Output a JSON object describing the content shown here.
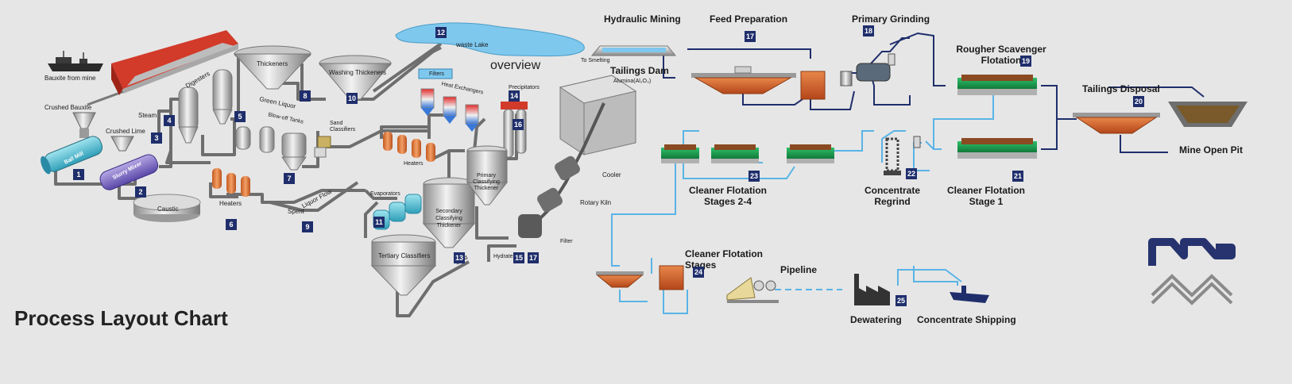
{
  "title": "Process Layout Chart",
  "overview": "overview",
  "bayer_labels": {
    "bauxite_from_mine": "Bauxite from mine",
    "crushed_bauxite": "Crushed Bauxite",
    "crushed_lime": "Crushed Lime",
    "steam": "Steam",
    "ball_mill": "Ball Mill",
    "slurry_mixer": "Slurry Mixer",
    "caustic": "Caustic",
    "heaters": "Heaters",
    "digesters": "Digesters",
    "thickeners": "Thickeners",
    "washing_thickeners": "Washing Thickeners",
    "green_liquor": "Green Liquor",
    "blow_off_tanks": "Blow-off Tanks",
    "sand_classifiers": "Sand Classifiers",
    "spent": "Spent",
    "liquor_flow": "Liquor Flow",
    "waste_lake": "waste Lake",
    "to_smelting": "To Smelting",
    "filters": "Filters",
    "heat_exchangers": "Heat Exchangers",
    "precipitators": "Precipitators",
    "heaters2": "Heaters",
    "evaporators": "Evaporators",
    "primary_classifying_thickener": "Primary Classifying Thickener",
    "secondary_classifying_thickener": "Secondary Classifying Thickener",
    "tertiary_classifiers": "Tertiary Classifiers",
    "sand": "Sand",
    "hydrate": "Hydrate",
    "tailings_dam": "Tailings Dam",
    "alumina": "Alumina(Al₂O₃)",
    "cooler": "Cooler",
    "rotary_kiln": "Rotary Kiln",
    "filter": "Filter"
  },
  "stage_labels": {
    "hydraulic_mining": "Hydraulic Mining",
    "feed_preparation": "Feed Preparation",
    "primary_grinding": "Primary Grinding",
    "rougher_scavenger_flotation": "Rougher Scavenger Flotation",
    "tailings_disposal": "Tailings Disposal",
    "mine_open_pit": "Mine Open Pit",
    "cleaner_flotation_stages_2_4": "Cleaner Flotation Stages 2-4",
    "concentrate_regrind": "Concentrate Regrind",
    "cleaner_flotation_stage_1": "Cleaner Flotation Stage 1",
    "cleaner_flotation_stages": "Cleaner Flotation Stages",
    "pipeline": "Pipeline",
    "dewatering": "Dewatering",
    "concentrate_shipping": "Concentrate Shipping"
  },
  "badges": {
    "b1": "1",
    "b2": "2",
    "b3": "3",
    "b4": "4",
    "b5": "5",
    "b6": "6",
    "b7": "7",
    "b8": "8",
    "b9": "9",
    "b10": "10",
    "b11": "11",
    "b12": "12",
    "b13": "13",
    "b14": "14",
    "b15": "15",
    "b16": "16",
    "b17a": "17",
    "b17b": "17",
    "b18": "18",
    "b19": "19",
    "b20": "20",
    "b21": "21",
    "b22": "22",
    "b23": "23",
    "b24": "24",
    "b25": "25"
  },
  "colors": {
    "background": "#e6e6e6",
    "badge": "#1f2e6b",
    "pipe_grey": "#6e6e6e",
    "pipe_navy": "#1f2e6b",
    "pipe_blue": "#5ab4e6",
    "flotation_green": "#1b9a4c",
    "slurry_orange": "#d4642a",
    "stockpile_red": "#d23a2a",
    "lake_blue": "#7ec8ee",
    "logo_navy": "#26336e"
  }
}
